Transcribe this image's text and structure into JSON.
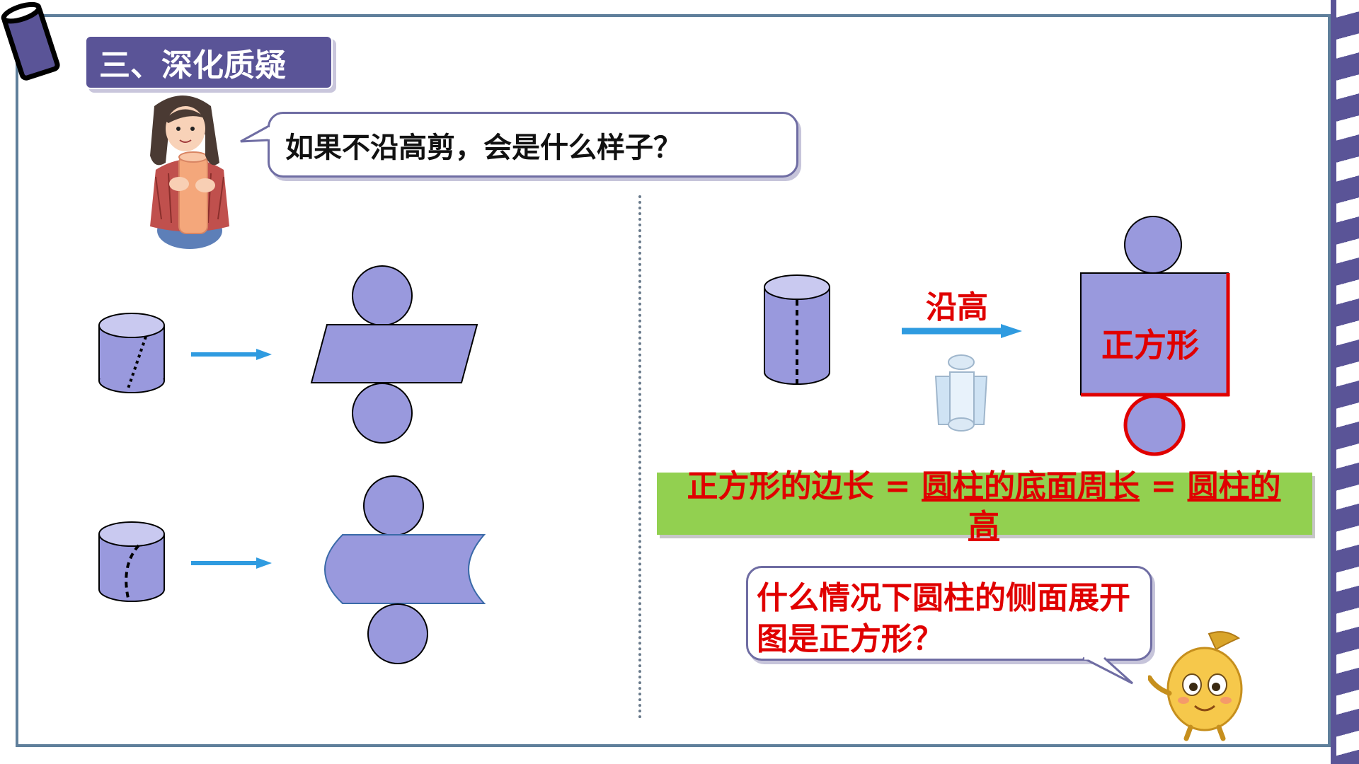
{
  "title": "三、深化质疑",
  "question": "如果不沿高剪，会是什么样子？",
  "right_panel": {
    "cut_label": "沿高",
    "square_label": "正方形",
    "formula": {
      "part1": "正方形的边长 = ",
      "part2": "圆柱的底面周长",
      "part3": " = ",
      "part4": "圆柱的高"
    },
    "bottom_question": "什么情况下圆柱的侧面展开图是正方形？"
  },
  "colors": {
    "shape_fill": "#9999dd",
    "title_bg": "#5a5497",
    "accent_red": "#e00000",
    "formula_bg": "#92d050",
    "arrow_blue": "#2f9be0"
  }
}
